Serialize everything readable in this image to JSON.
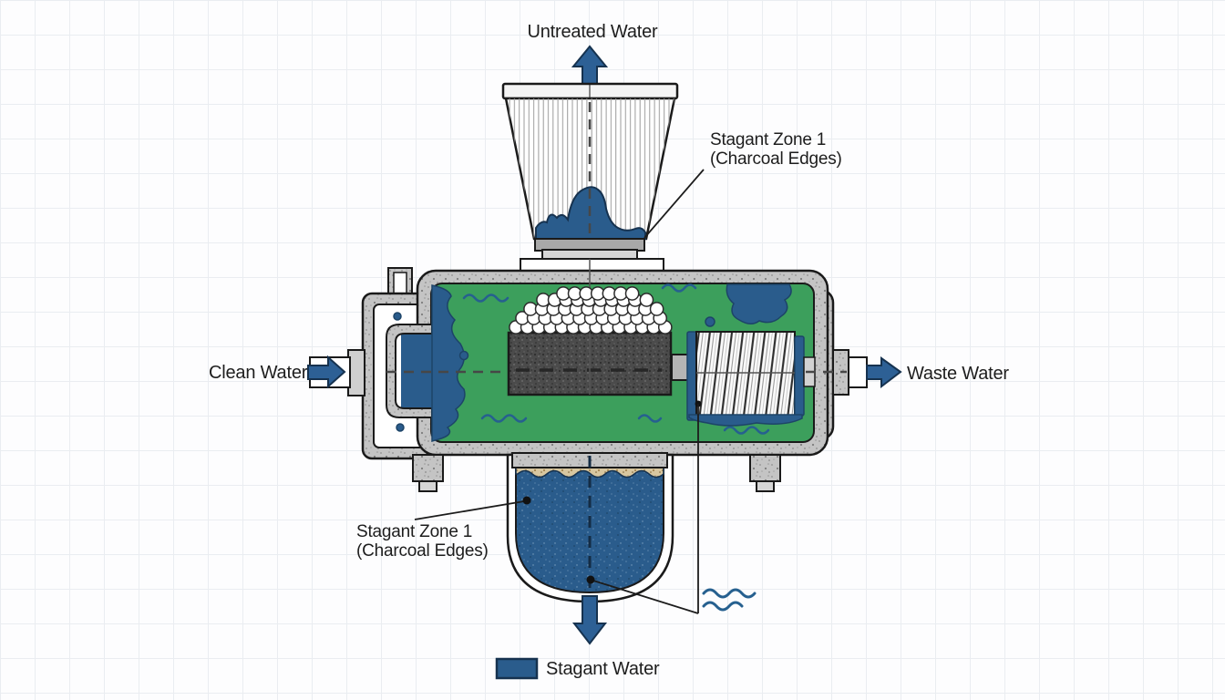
{
  "diagram": {
    "flow_labels": {
      "untreated_water": "Untreated Water",
      "clean_water": "Clean Water",
      "waste_water": "Waste Water"
    },
    "annotations": {
      "zone_top": {
        "line1": "Stagant Zone 1",
        "line2": "(Charcoal Edges)"
      },
      "zone_bottom": {
        "line1": "Stagant Zone 1",
        "line2": "(Charcoal Edges)"
      }
    },
    "legend": {
      "stagnant_water": "Stagant Water"
    },
    "colors": {
      "stagnant_blue": "#2a5c8c",
      "arrow_blue": "#2d6095",
      "filter_green": "#3c9f5c",
      "housing_gray": "#c4c4c4",
      "charcoal_dark": "#4b4b4b",
      "sand_tan": "#d8c7a0",
      "wave_blue": "#26608f",
      "outline_dark": "#1a1a1a"
    }
  }
}
